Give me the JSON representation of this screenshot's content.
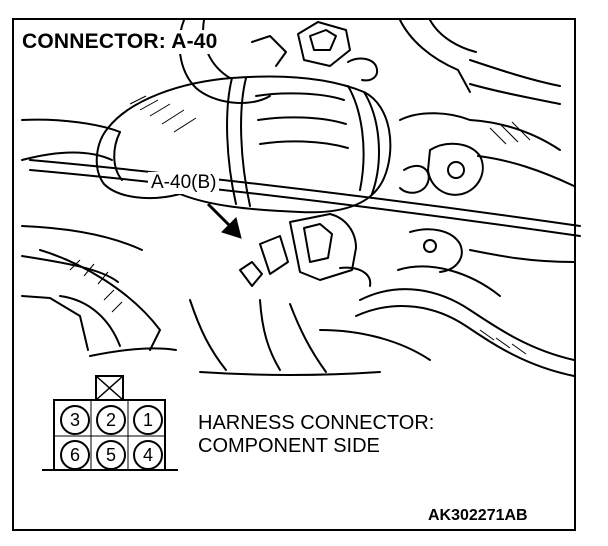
{
  "title": "CONNECTOR: A-40",
  "callout_label": "A-40(B)",
  "caption": {
    "line1": "HARNESS CONNECTOR:",
    "line2": "COMPONENT SIDE"
  },
  "reference_code": "AK302271AB",
  "connector": {
    "top_row": [
      "3",
      "2",
      "1"
    ],
    "bottom_row": [
      "6",
      "5",
      "4"
    ]
  }
}
